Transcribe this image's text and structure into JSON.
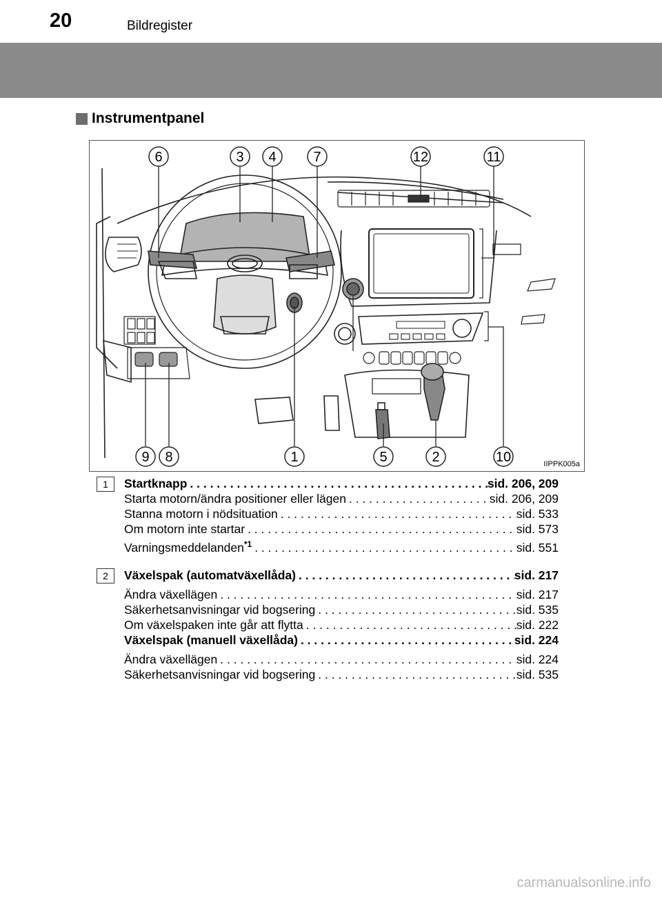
{
  "header": {
    "page_number": "20",
    "chapter": "Bildregister"
  },
  "section": {
    "title": "Instrumentpanel"
  },
  "figure": {
    "code": "IIPPK005a",
    "callouts_top": [
      "6",
      "3",
      "4",
      "7",
      "12",
      "11"
    ],
    "callouts_bottom": [
      "9",
      "8",
      "1",
      "5",
      "2",
      "10"
    ]
  },
  "entries": [
    {
      "badge": "1",
      "lines": [
        {
          "text": "Startknapp",
          "page": "sid. 206, 209",
          "bold": true
        },
        {
          "text": "Starta motorn/ändra positioner eller lägen",
          "page": "sid. 206, 209",
          "bold": false
        },
        {
          "text": "Stanna motorn i nödsituation",
          "page": "sid. 533",
          "bold": false
        },
        {
          "text": "Om motorn inte startar",
          "page": "sid. 573",
          "bold": false
        },
        {
          "text": "Varningsmeddelanden",
          "sup": "*1",
          "page": "sid. 551",
          "bold": false
        }
      ]
    },
    {
      "badge": "2",
      "lines": [
        {
          "text": "Växelspak (automatväxellåda)",
          "page": "sid. 217",
          "bold": true
        },
        {
          "text": "Ändra växellägen",
          "page": "sid. 217",
          "bold": false
        },
        {
          "text": "Säkerhetsanvisningar vid bogsering",
          "page": "sid. 535",
          "bold": false
        },
        {
          "text": "Om växelspaken inte går att flytta",
          "page": "sid. 222",
          "bold": false
        },
        {
          "text": "Växelspak (manuell växellåda)",
          "page": "sid. 224",
          "bold": true
        },
        {
          "text": "Ändra växellägen",
          "page": "sid. 224",
          "bold": false
        },
        {
          "text": "Säkerhetsanvisningar vid bogsering",
          "page": "sid. 535",
          "bold": false
        }
      ]
    }
  ],
  "watermark": "carmanualsonline.info"
}
